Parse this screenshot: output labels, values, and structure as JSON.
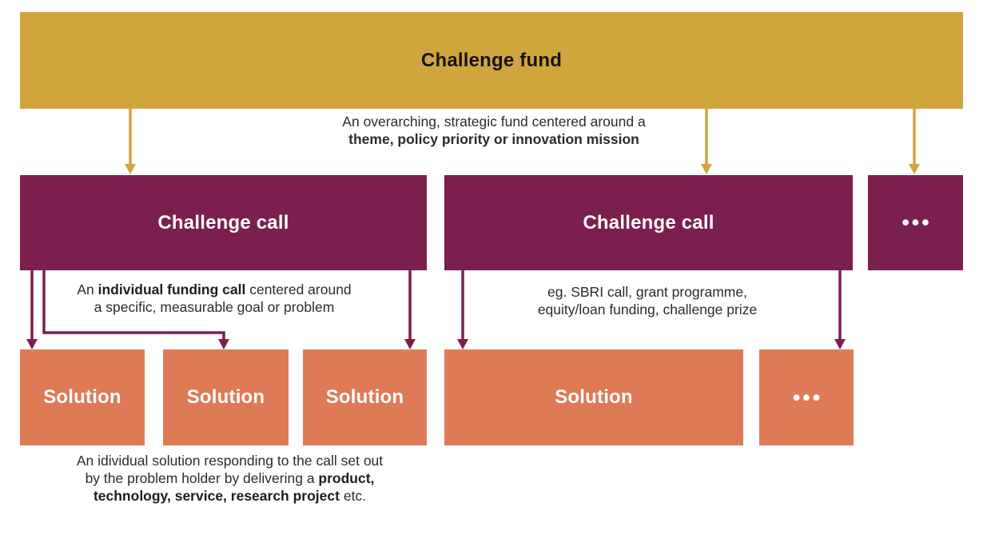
{
  "colors": {
    "gold": "#D1A53E",
    "maroon": "#7B1F4E",
    "salmon": "#DF7A57",
    "ink": "#2B2B2B"
  },
  "fund": {
    "label": "Challenge fund",
    "caption_line1": "An overarching, strategic fund centered around a",
    "caption_line2_bold": "theme, policy priority or innovation mission"
  },
  "calls": [
    {
      "label": "Challenge call"
    },
    {
      "label": "Challenge call"
    },
    {
      "label": "•••"
    }
  ],
  "call_left_caption": {
    "l1_pre": "An ",
    "l1_bold": "individual funding call",
    "l1_post": " centered around",
    "l2": "a specific, measurable goal or problem"
  },
  "call_right_caption": {
    "l1": "eg. SBRI call, grant programme,",
    "l2": "equity/loan funding, challenge prize"
  },
  "solutions": [
    {
      "label": "Solution"
    },
    {
      "label": "Solution"
    },
    {
      "label": "Solution"
    },
    {
      "label": "Solution"
    },
    {
      "label": "•••"
    }
  ],
  "solution_caption": {
    "l1": "An idividual solution responding to the call set out",
    "l2_pre": "by the problem holder by delivering a ",
    "l2_bold": "product,",
    "l3_bold": "technology, service, research project",
    "l3_post": " etc."
  }
}
